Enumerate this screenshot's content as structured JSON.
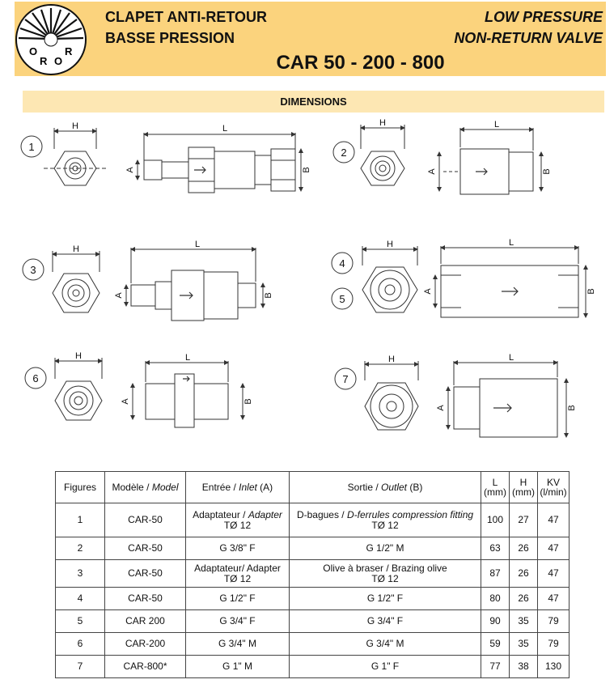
{
  "logo": {
    "letters": [
      "O",
      "R",
      "O",
      "R"
    ]
  },
  "header": {
    "title_fr_1": "CLAPET ANTI-RETOUR",
    "title_fr_2": "BASSE PRESSION",
    "title_en_1": "LOW PRESSURE",
    "title_en_2": "NON-RETURN VALVE",
    "model": "CAR 50 - 200 - 800",
    "accent": "#fbd37d",
    "section_bg": "#fde7b3"
  },
  "section_title": "DIMENSIONS",
  "figures": {
    "numbers": [
      "1",
      "2",
      "3",
      "4",
      "5",
      "6",
      "7"
    ],
    "dim_labels": {
      "H": "H",
      "L": "L",
      "A": "A",
      "B": "B"
    }
  },
  "table": {
    "headers": {
      "figures": "Figures",
      "model_fr": "Modèle / ",
      "model_en": "Model",
      "inlet_fr": "Entrée / ",
      "inlet_en": "Inlet",
      "inlet_code": " (A)",
      "outlet_fr": "Sortie / ",
      "outlet_en": "Outlet",
      "outlet_code": " (B)",
      "L": "L",
      "L_unit": "(mm)",
      "H": "H",
      "H_unit": "(mm)",
      "KV": "KV",
      "KV_unit": "(l/min)"
    },
    "rows": [
      {
        "fig": "1",
        "model": "CAR-50",
        "inlet_fr": "Adaptateur / ",
        "inlet_en": "Adapter",
        "inlet_2": "TØ 12",
        "outlet_fr": "D-bagues / ",
        "outlet_en": "D-ferrules compression fitting",
        "outlet_2": "TØ 12",
        "L": "100",
        "H": "27",
        "KV": "47"
      },
      {
        "fig": "2",
        "model": "CAR-50",
        "inlet_fr": "G 3/8\" F",
        "inlet_en": "",
        "inlet_2": "",
        "outlet_fr": "G 1/2\" M",
        "outlet_en": "",
        "outlet_2": "",
        "L": "63",
        "H": "26",
        "KV": "47"
      },
      {
        "fig": "3",
        "model": "CAR-50",
        "inlet_fr": "Adaptateur/ Adapter",
        "inlet_en": "",
        "inlet_2": "TØ 12",
        "outlet_fr": "Olive à braser / Brazing olive",
        "outlet_en": "",
        "outlet_2": "TØ 12",
        "L": "87",
        "H": "26",
        "KV": "47"
      },
      {
        "fig": "4",
        "model": "CAR-50",
        "inlet_fr": "G 1/2\" F",
        "inlet_en": "",
        "inlet_2": "",
        "outlet_fr": "G 1/2\" F",
        "outlet_en": "",
        "outlet_2": "",
        "L": "80",
        "H": "26",
        "KV": "47"
      },
      {
        "fig": "5",
        "model": "CAR 200",
        "inlet_fr": "G 3/4\" F",
        "inlet_en": "",
        "inlet_2": "",
        "outlet_fr": "G 3/4\" F",
        "outlet_en": "",
        "outlet_2": "",
        "L": "90",
        "H": "35",
        "KV": "79"
      },
      {
        "fig": "6",
        "model": "CAR-200",
        "inlet_fr": "G 3/4\" M",
        "inlet_en": "",
        "inlet_2": "",
        "outlet_fr": "G 3/4\" M",
        "outlet_en": "",
        "outlet_2": "",
        "L": "59",
        "H": "35",
        "KV": "79"
      },
      {
        "fig": "7",
        "model": "CAR-800*",
        "inlet_fr": "G 1\" M",
        "inlet_en": "",
        "inlet_2": "",
        "outlet_fr": "G 1\" F",
        "outlet_en": "",
        "outlet_2": "",
        "L": "77",
        "H": "38",
        "KV": "130"
      }
    ]
  }
}
